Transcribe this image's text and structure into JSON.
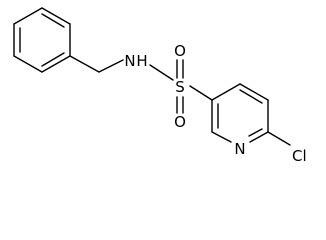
{
  "atoms": {
    "nh": "N",
    "nh_h": "H",
    "s": "S",
    "o_top": "O",
    "o_bottom": "O",
    "n_ring": "N",
    "cl": "Cl"
  },
  "colors": {
    "bond": "#000000",
    "label": "#000000",
    "background": "#ffffff"
  }
}
